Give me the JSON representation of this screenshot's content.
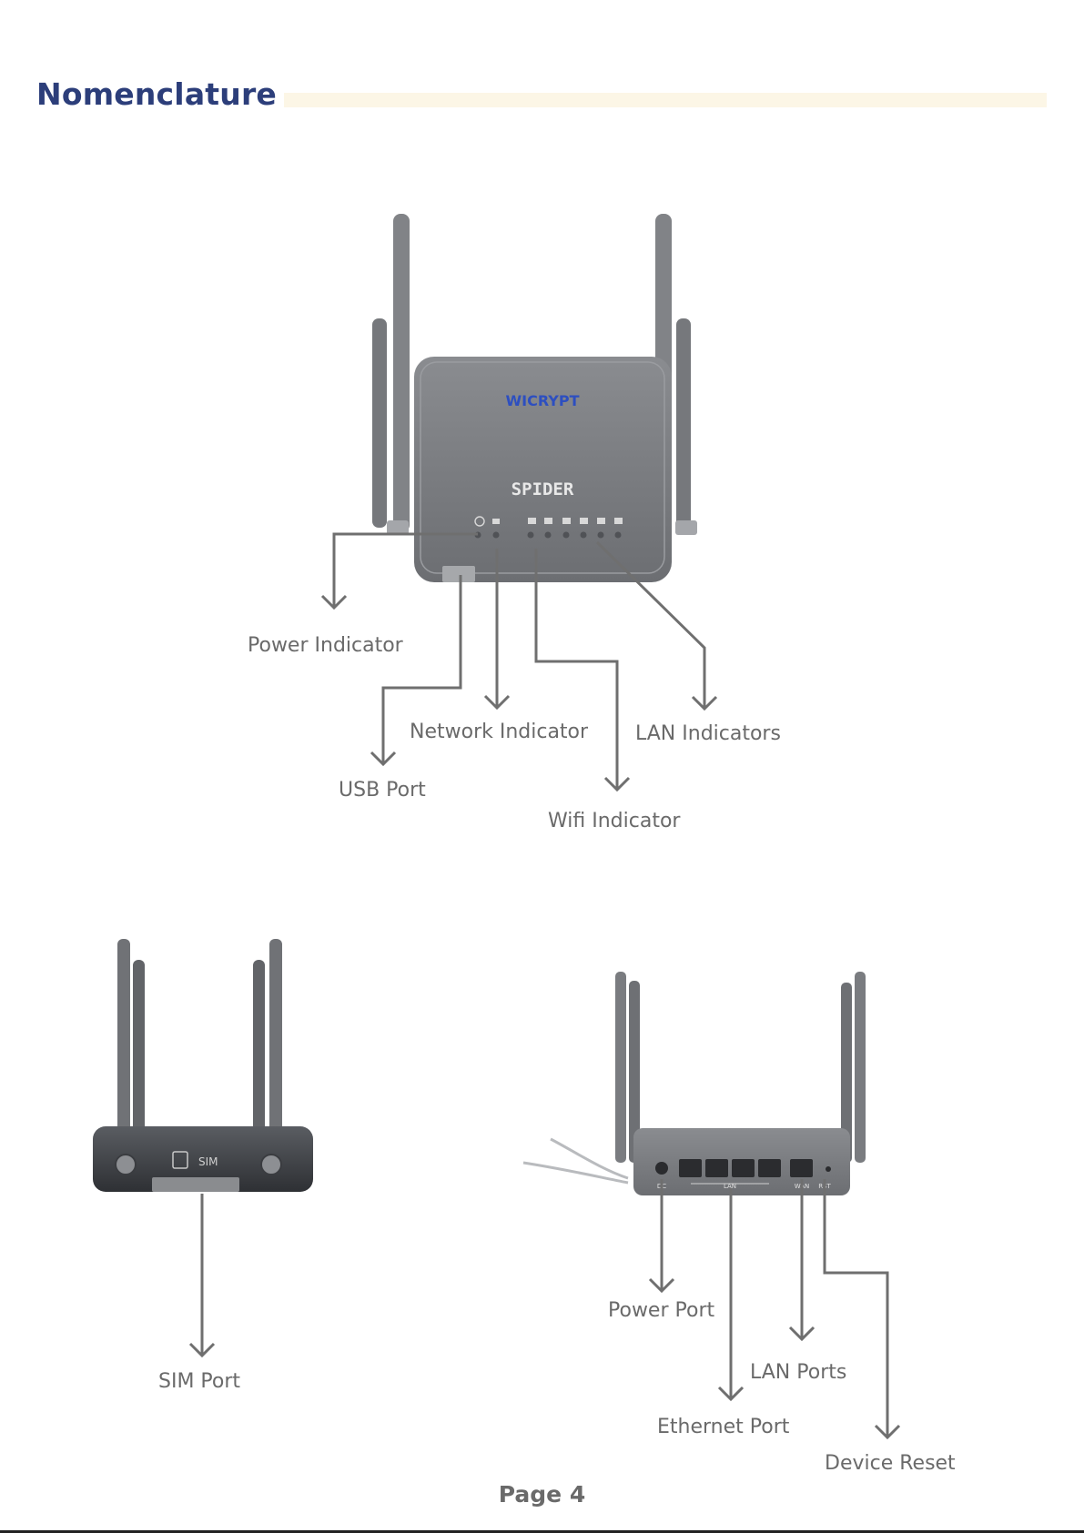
{
  "header": {
    "title": "Nomenclature"
  },
  "router_front": {
    "brand": "WICRYPT",
    "model": "SPIDER"
  },
  "router_side": {
    "sim_label": "SIM"
  },
  "router_back": {
    "port_labels": [
      "DC",
      "LAN",
      "WAN",
      "RST"
    ]
  },
  "labels": {
    "power_indicator": "Power Indicator",
    "usb_port": "USB Port",
    "network_indicator": "Network Indicator",
    "lan_indicators": "LAN Indicators",
    "wifi_indicator": "Wifi Indicator",
    "sim_port": "SIM Port",
    "power_port": "Power Port",
    "lan_ports": "LAN Ports",
    "ethernet_port": "Ethernet Port",
    "device_reset": "Device Reset"
  },
  "footer": {
    "page": "Page 4"
  },
  "colors": {
    "title": "#2c3e7a",
    "accent_bar": "#fcf6e6",
    "label": "#6a6a6a",
    "device": "#77797c",
    "connector": "#6f6f6f"
  }
}
